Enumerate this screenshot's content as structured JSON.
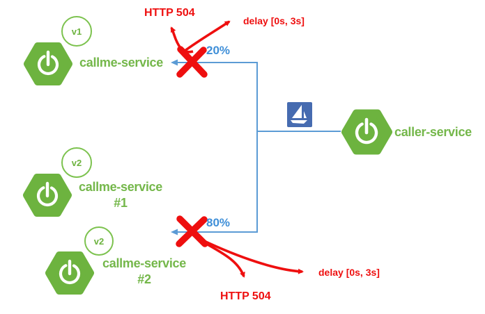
{
  "diagram": {
    "title": "istio fault-injection routing diagram",
    "nodes": {
      "callme_v1": {
        "name": "callme-service",
        "badge": "v1"
      },
      "callme_v2a": {
        "name": "callme-service",
        "instance": "#1",
        "badge": "v2"
      },
      "callme_v2b": {
        "name": "callme-service",
        "instance": "#2",
        "badge": "v2"
      },
      "caller": {
        "name": "caller-service"
      }
    },
    "routing": {
      "top_percent": "20%",
      "bottom_percent": "80%"
    },
    "faults": {
      "top_http": "HTTP 504",
      "top_delay": "delay [0s, 3s]",
      "bottom_http": "HTTP 504",
      "bottom_delay": "delay [0s, 3s]"
    },
    "icons": {
      "istio": "istio-sailboat",
      "spring": "spring-boot-hexagon-power"
    },
    "colors": {
      "spring_green": "#6DB33F",
      "label_green": "#74B74A",
      "badge_border_green": "#7CC24E",
      "line_blue": "#5B9BD5",
      "percent_blue": "#3F8FD8",
      "istio_blue": "#466BB0",
      "fault_red": "#EE0F0F"
    }
  }
}
